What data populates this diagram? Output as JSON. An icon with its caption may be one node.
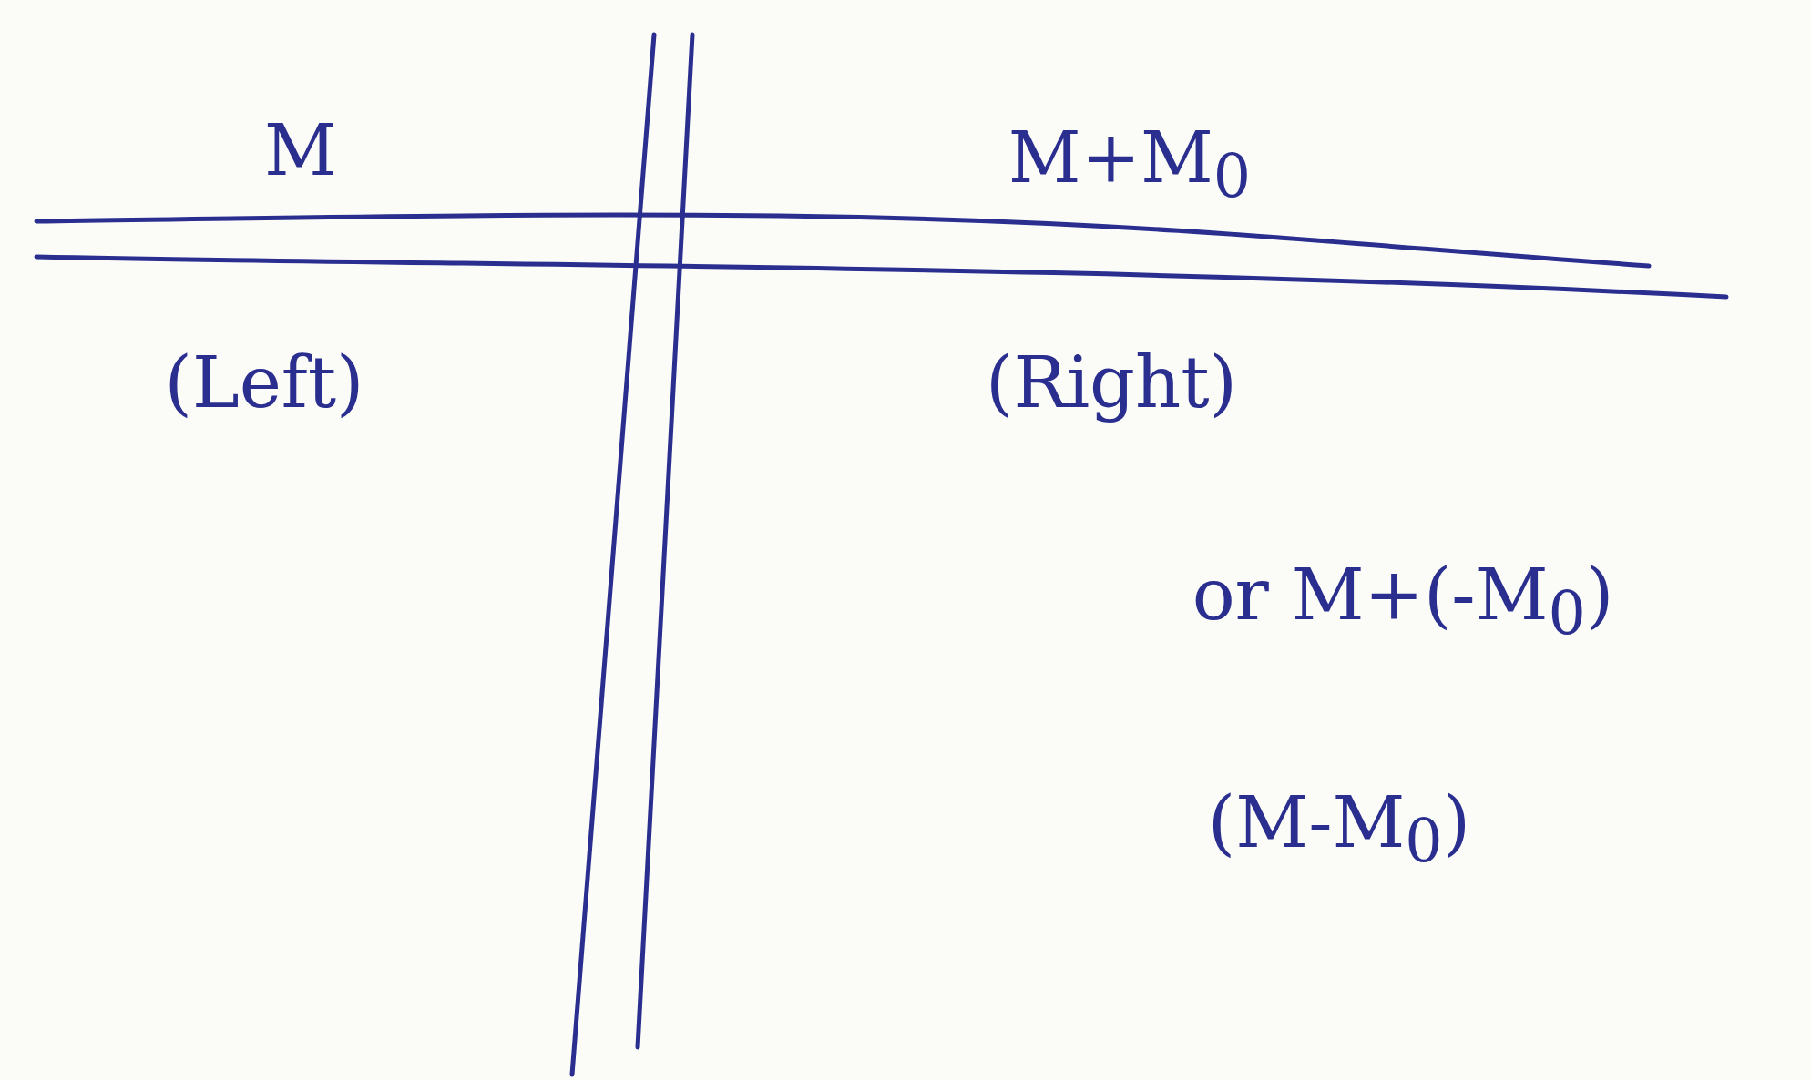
{
  "diagram": {
    "labels": [
      "M",
      "M+M$_{0}$",
      "(Left)",
      "(Right)",
      "or M+(-M$_{0}$)",
      "(M-M$_{0}$)"
    ]
  }
}
